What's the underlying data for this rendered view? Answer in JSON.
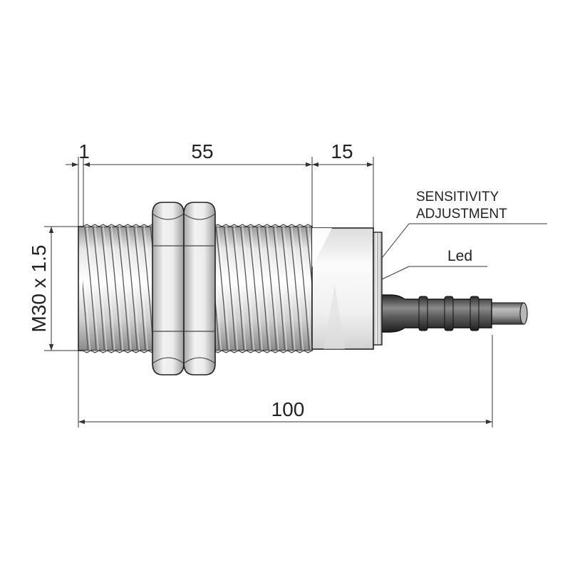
{
  "dimensions": {
    "front_face": "1",
    "thread_length": "55",
    "cap_length": "15",
    "overall_length": "100",
    "thread_spec": "M30 x 1.5"
  },
  "callouts": {
    "sensitivity_line1": "SENSITIVITY",
    "sensitivity_line2": "ADJUSTMENT",
    "led": "Led"
  },
  "colors": {
    "outline": "#222222",
    "metal_light": "#f2f2f2",
    "metal_mid": "#c8c8c8",
    "metal_dark": "#7a7a7a",
    "cable": "#8a8a8a",
    "cap": "#f4f4f4"
  }
}
